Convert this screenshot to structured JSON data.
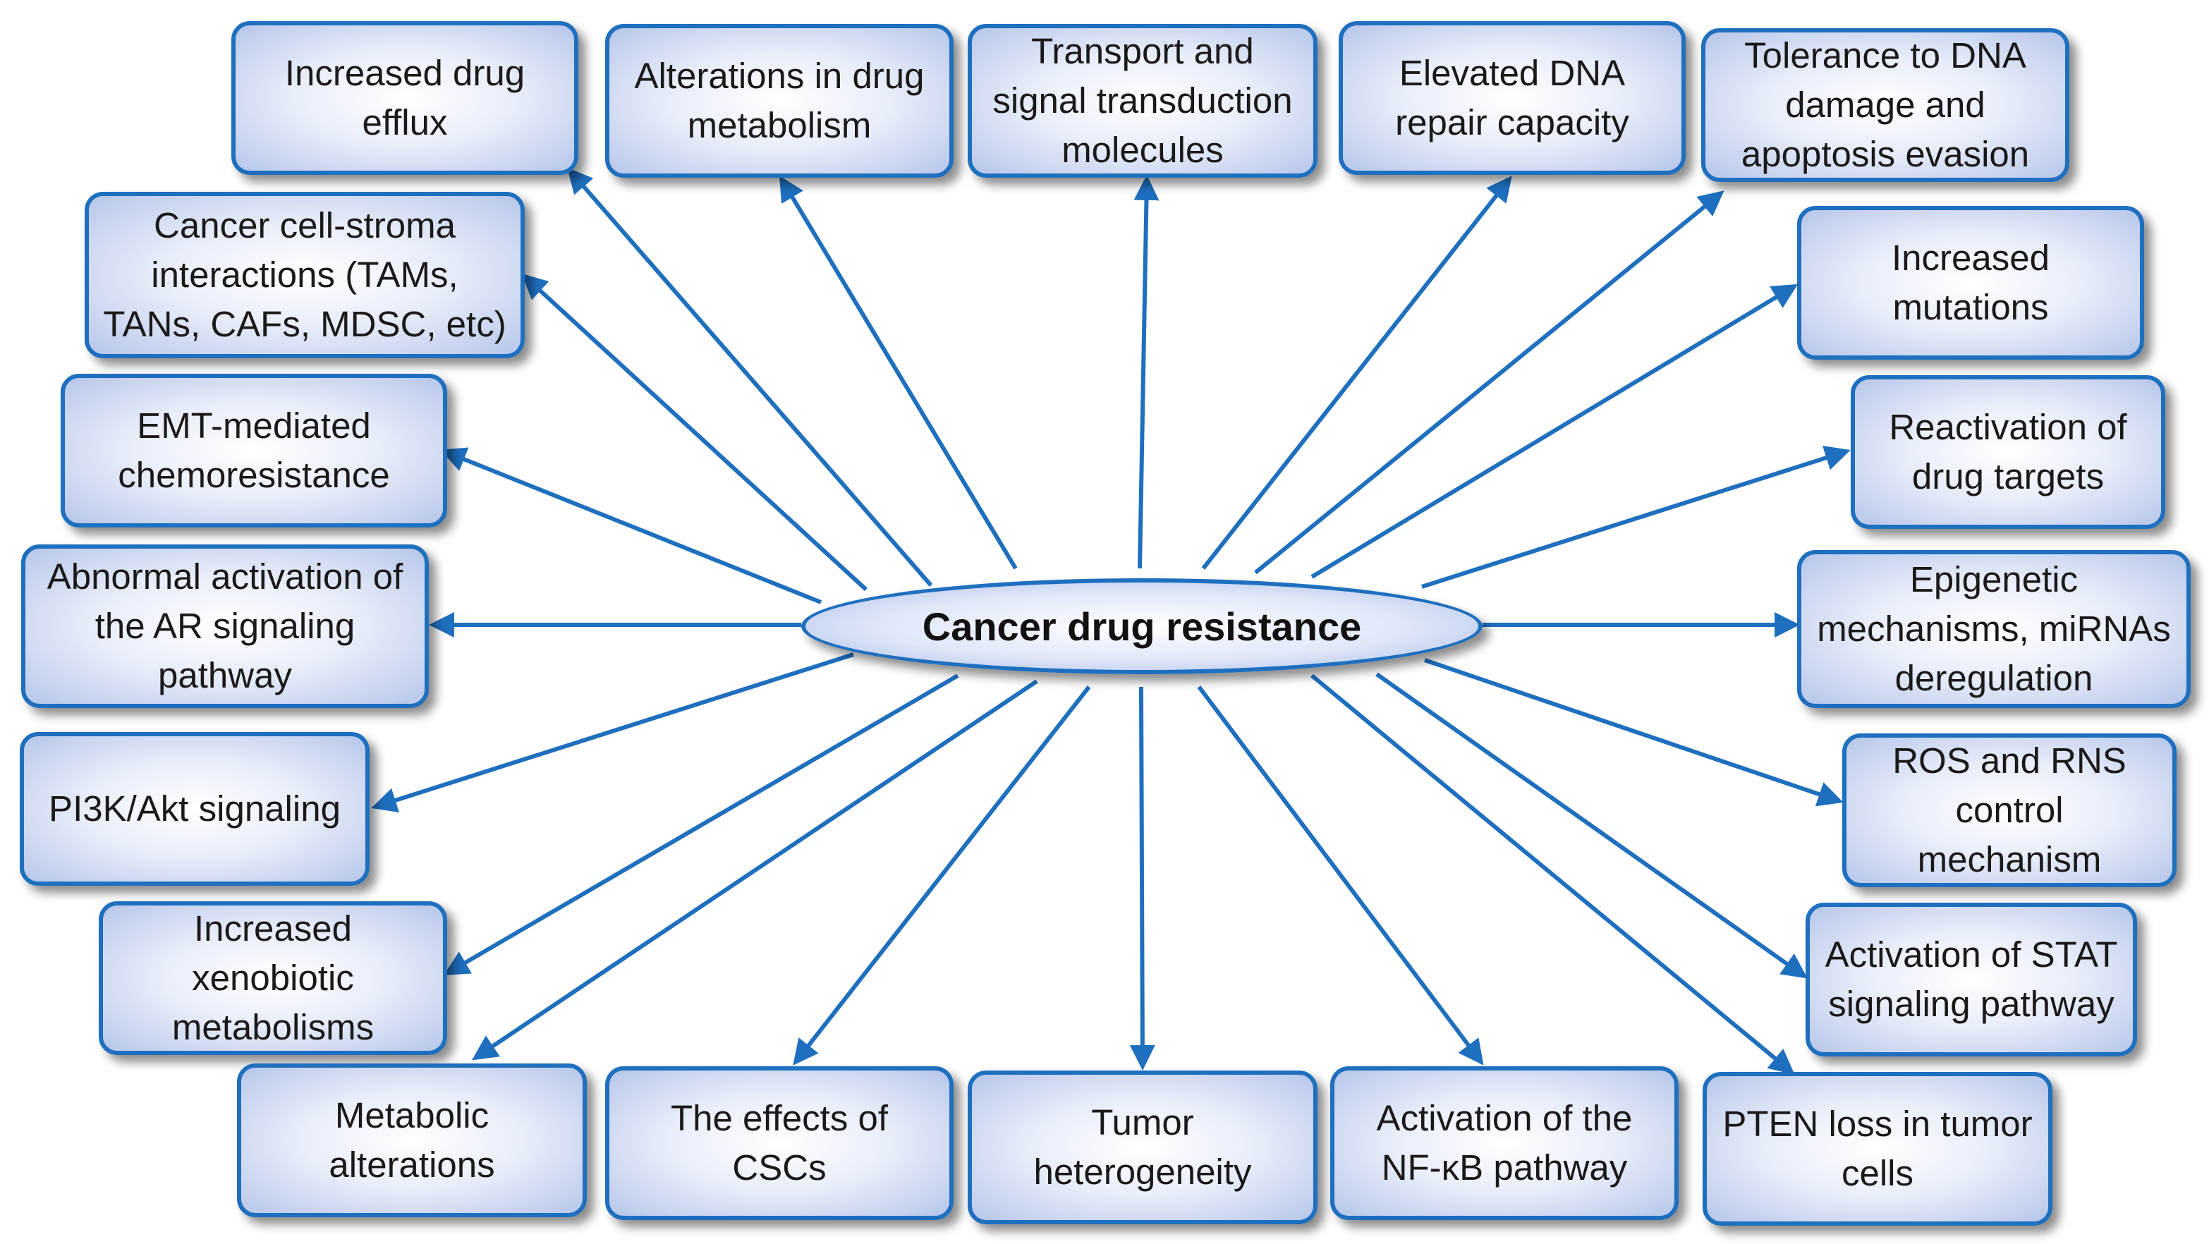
{
  "center": {
    "label": "Cancer drug resistance"
  },
  "nodes": {
    "drug_efflux": "Increased drug\nefflux",
    "drug_metabolism": "Alterations in drug\nmetabolism",
    "transport": "Transport and\nsignal transduction\nmolecules",
    "dna_repair": "Elevated DNA\nrepair capacity",
    "dna_damage": "Tolerance to DNA\ndamage and\napoptosis evasion",
    "stroma": "Cancer cell-stroma\ninteractions (TAMs,\nTANs, CAFs, MDSC, etc)",
    "mutations": "Increased\nmutations",
    "emt": "EMT-mediated\nchemoresistance",
    "reactivation": "Reactivation of\ndrug targets",
    "ar": "Abnormal activation of\nthe AR signaling\npathway",
    "epigenetic": "Epigenetic\nmechanisms, miRNAs\nderegulation",
    "pi3k": "PI3K/Akt signaling",
    "ros": "ROS and RNS\ncontrol\nmechanism",
    "xenobiotic": "Increased\nxenobiotic\nmetabolisms",
    "stat": "Activation of STAT\nsignaling pathway",
    "metabolic": "Metabolic\nalterations",
    "cscs": "The effects of\nCSCs",
    "heterogeneity": "Tumor\nheterogeneity",
    "nfkb": "Activation of the\nNF-κB pathway",
    "pten": "PTEN loss in tumor\ncells"
  },
  "colors": {
    "border": "#1f6fbf",
    "arrow": "#1f6fbf",
    "text": "#1a1a1a"
  }
}
